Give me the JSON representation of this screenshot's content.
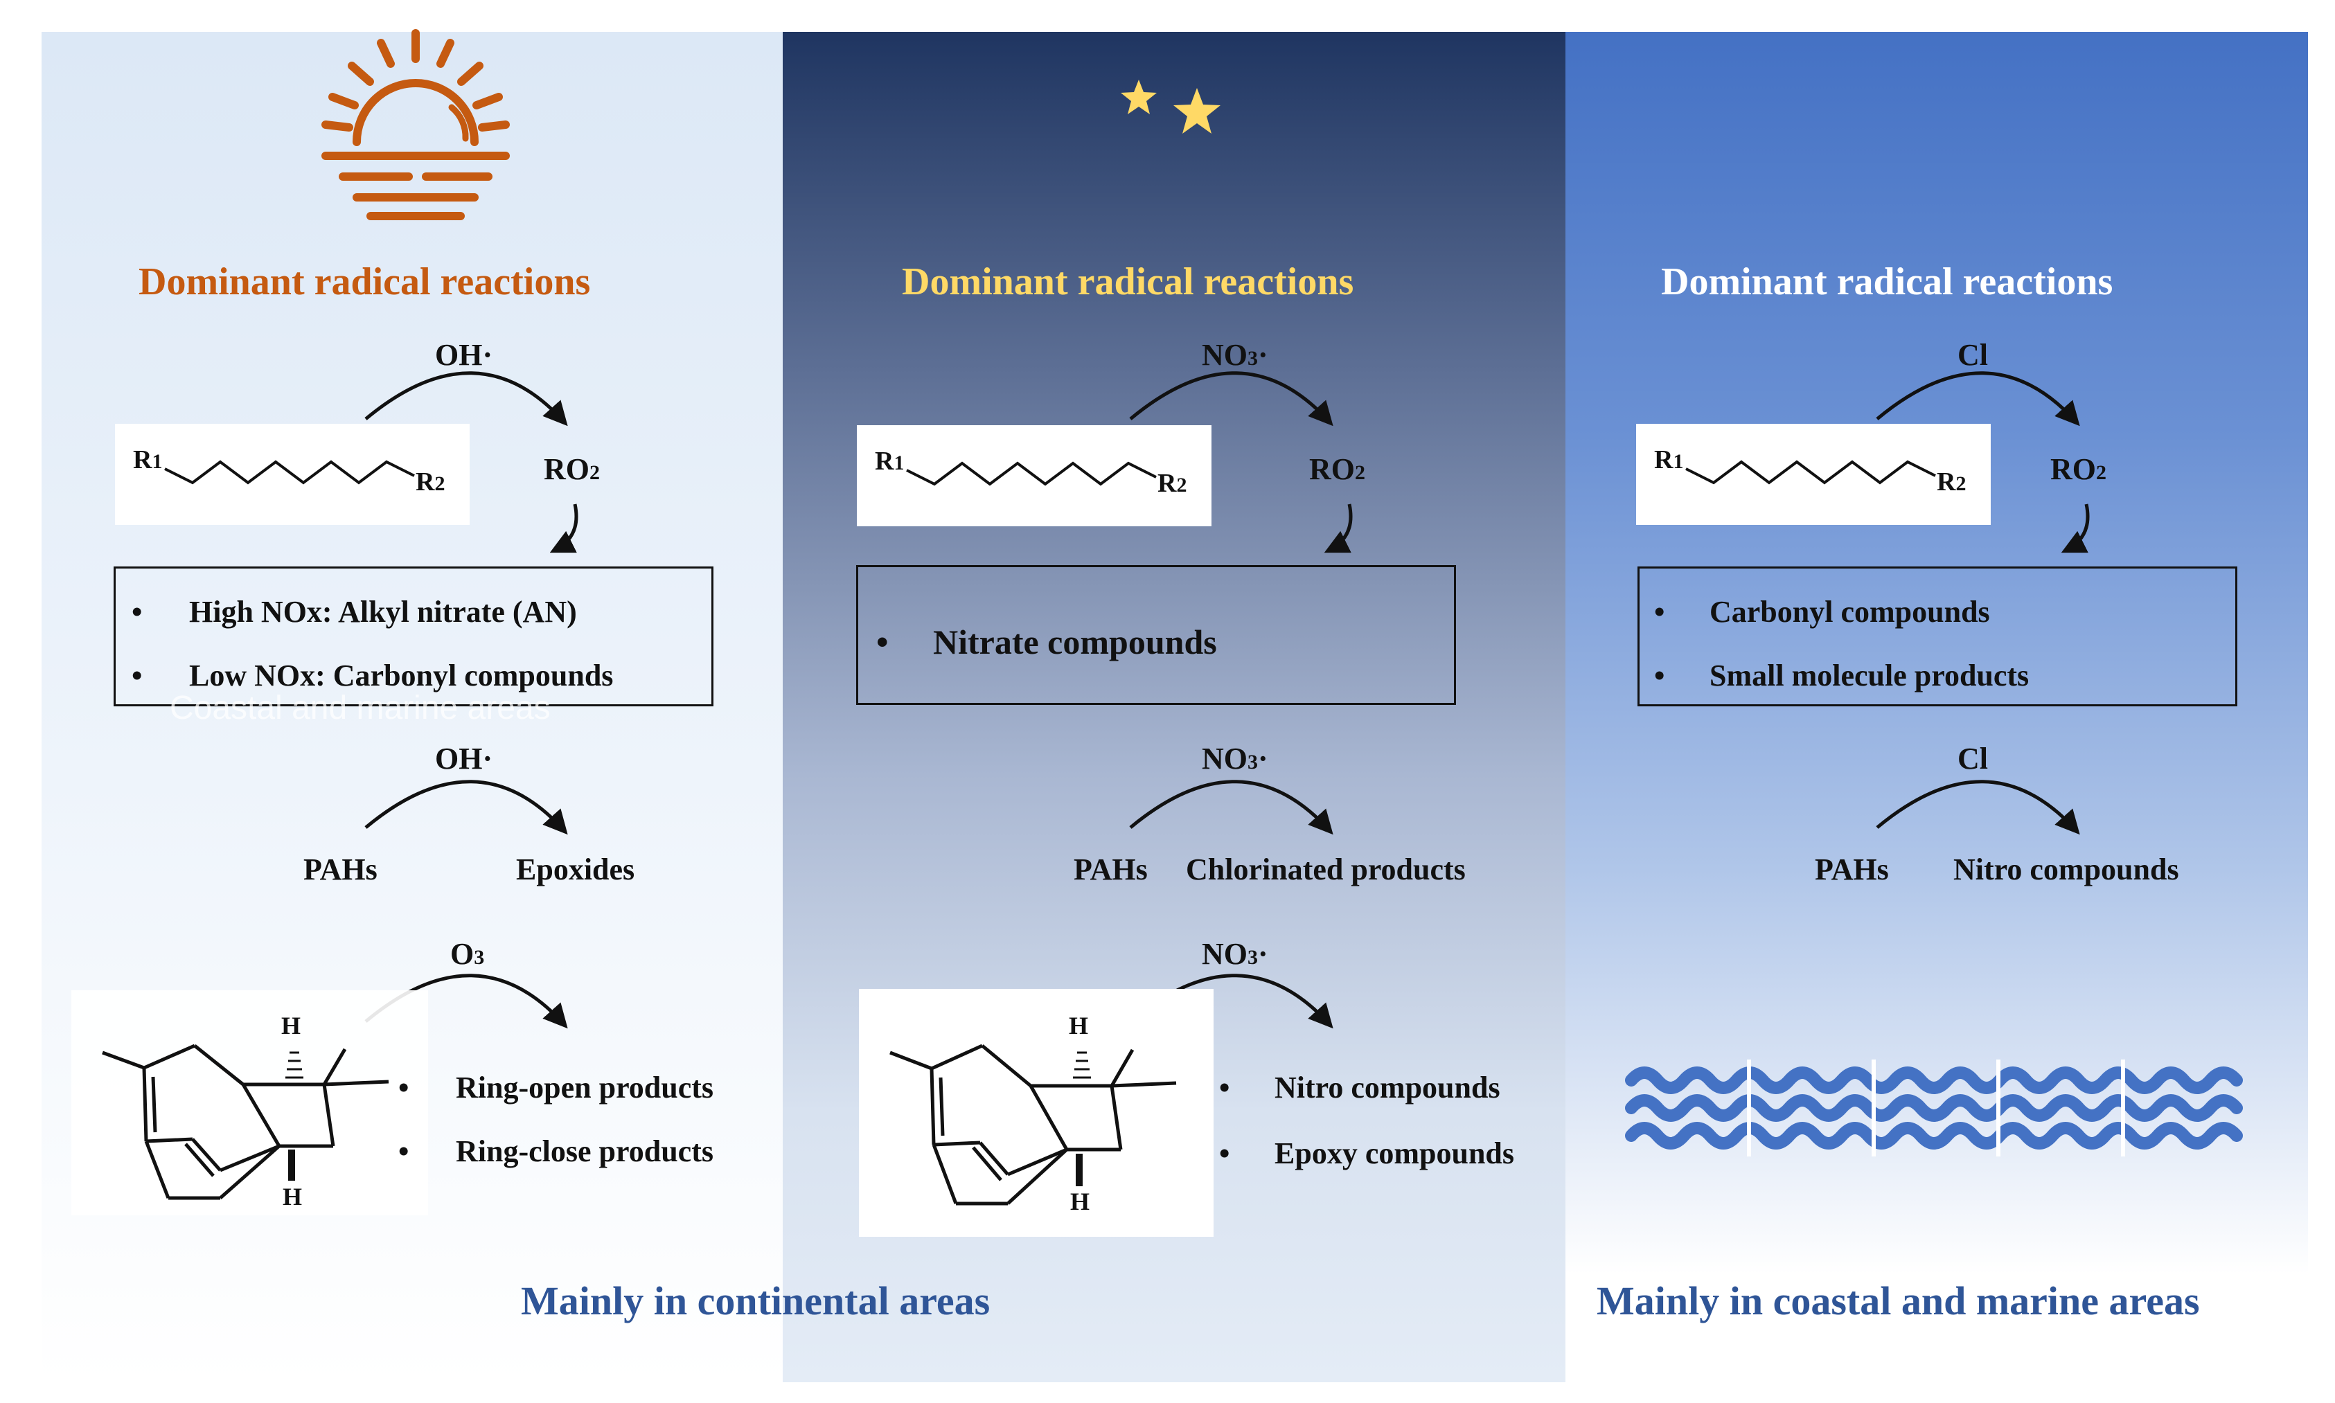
{
  "colors": {
    "day_title": "#c55a11",
    "night_title": "#ffd966",
    "marine_title": "#ffffff",
    "footer_text": "#2f5597",
    "sun": "#c55a11",
    "moon": "#ffd966",
    "waves": "#4472c4"
  },
  "icons": {
    "day": "sun-icon",
    "night": "moon-stars-icon",
    "marine": "waves-icon"
  },
  "panels": [
    {
      "title": "Dominant radical reactions",
      "reagent1": "OH·",
      "r1": "R",
      "r1_sub": "1",
      "r2": "R",
      "r2_sub": "2",
      "intermediate": "RO",
      "intermediate_sub": "2",
      "products": [
        "High NOx: Alkyl nitrate (AN)",
        "Low NOx: Carbonyl compounds"
      ],
      "reagent2": "OH·",
      "pah_reactant": "PAHs",
      "pah_product": "Epoxides",
      "reagent3": "O",
      "reagent3_sub": "3",
      "terpene_products": [
        "Ring-open products",
        "Ring-close products"
      ],
      "h_top": "H",
      "h_bottom": "H"
    },
    {
      "title": "Dominant radical reactions",
      "reagent1": "NO",
      "reagent1_sub": "3",
      "reagent1_dot": "·",
      "r1": "R",
      "r1_sub": "1",
      "r2": "R",
      "r2_sub": "2",
      "intermediate": "RO",
      "intermediate_sub": "2",
      "products": [
        "Nitrate compounds"
      ],
      "reagent2": "NO",
      "reagent2_sub": "3",
      "reagent2_dot": "·",
      "pah_reactant": "PAHs",
      "pah_product": "Chlorinated products",
      "reagent3": "NO",
      "reagent3_sub": "3",
      "reagent3_dot": "·",
      "terpene_products": [
        "Nitro compounds",
        "Epoxy compounds"
      ],
      "h_top": "H",
      "h_bottom": "H"
    },
    {
      "title": "Dominant radical reactions",
      "reagent1": "Cl",
      "r1": "R",
      "r1_sub": "1",
      "r2": "R",
      "r2_sub": "2",
      "intermediate": "RO",
      "intermediate_sub": "2",
      "products": [
        "Carbonyl compounds",
        "Small molecule products"
      ],
      "reagent2": "Cl",
      "pah_reactant": "PAHs",
      "pah_product": "Nitro compounds"
    }
  ],
  "bullet": "•",
  "watermark": "Coastal and marine areas",
  "footer_left": "Mainly in continental areas",
  "footer_right": "Mainly in coastal and marine areas"
}
